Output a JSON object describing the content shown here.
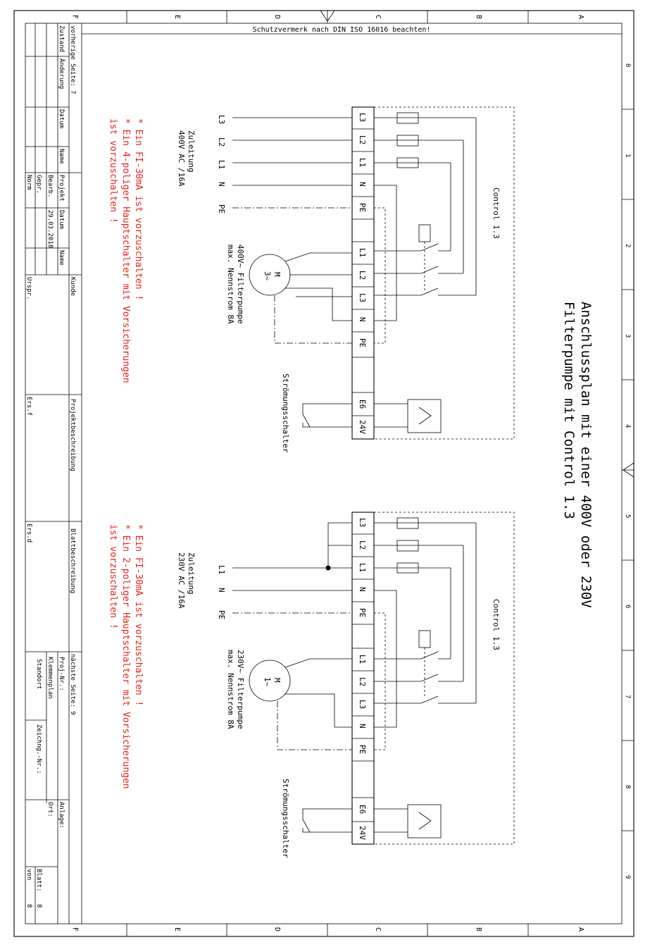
{
  "frame": {
    "columns_top": [
      "F",
      "E",
      "D",
      "C",
      "B",
      "A"
    ],
    "rows_right": [
      "0",
      "1",
      "2",
      "3",
      "4",
      "5",
      "6",
      "7",
      "8",
      "9"
    ],
    "protection_note": "Schutzvermerk nach DIN ISO 16016 beachten!"
  },
  "title_block": {
    "previous_page": "vorherige Seite: 7",
    "next_page": "nächste Seite: 9",
    "zustand": "Zustand",
    "aenderung": "Änderung",
    "datum": "Datum",
    "name": "Name",
    "projekt": "Projekt",
    "bearb": "Bearb.",
    "gepr": "Gepr.",
    "norm": "Norm",
    "date_value": "29.03.2018",
    "kunde": "Kunde",
    "urspr": "Urspr.",
    "ers_f": "Ers.f",
    "ers_d": "Ers.d",
    "projektbeschreibung": "Projektbeschreibung",
    "blattbeschreibung": "Blattbeschreibung",
    "proj_nr": "Proj-Nr.:",
    "klemmenplan": "Klemmenplan",
    "standort": "Standort",
    "zeichng_nr": "Zeichng.-Nr.:",
    "anlage": "Anlage:",
    "ort": "Ort:",
    "blatt": "Blatt:",
    "blatt_value": "8",
    "von": "von",
    "von_value": "8"
  },
  "title": {
    "line1": "Anschlussplan mit einer 400V oder 230V",
    "line2": "Filterpumpe mit Control 1.3"
  },
  "diagram1": {
    "supply_inputs": [
      "L3",
      "L2",
      "L1",
      "N",
      "PE"
    ],
    "supply_label_1": "Zuleitung",
    "supply_label_2": "400V AC /16A",
    "notes": [
      "* Ein FI-30mA ist vorzuschalten !",
      "* Ein 4-poliger Hauptschalter mit Vorsicherungen",
      "  ist vorzuschalten !"
    ],
    "terminals": [
      "L3",
      "L2",
      "L1",
      "N",
      "PE",
      "L1",
      "L2",
      "L3",
      "N",
      "PE",
      "",
      "E6",
      "24V"
    ],
    "control_label": "Control 1.3",
    "motor_symbol": "M",
    "motor_phase": "3~",
    "pump_label_1": "400V~ Filterpumpe",
    "pump_label_2": "max. Nennstrom 8A",
    "flow_switch": "Strömungsschalter"
  },
  "diagram2": {
    "supply_inputs": [
      "L1",
      "N",
      "PE"
    ],
    "supply_label_1": "Zuleitung",
    "supply_label_2": "230V AC /16A",
    "notes": [
      "* Ein FI-30mA ist vorzuschalten !",
      "* Ein 2-poliger Hauptschalter mit Vorsicherungen",
      "  ist vorzuschalten !"
    ],
    "terminals": [
      "L3",
      "L2",
      "L1",
      "N",
      "PE",
      "",
      "L1",
      "L2",
      "L3",
      "N",
      "PE",
      "",
      "E6",
      "24V"
    ],
    "control_label": "Control 1.3",
    "motor_symbol": "M",
    "motor_phase": "1~",
    "pump_label_1": "230V~ Filterpumpe",
    "pump_label_2": "max. Nennstrom 8A",
    "flow_switch": "Strömungsschalter"
  },
  "colors": {
    "notes": "#e8231e",
    "lines": "#000000"
  }
}
